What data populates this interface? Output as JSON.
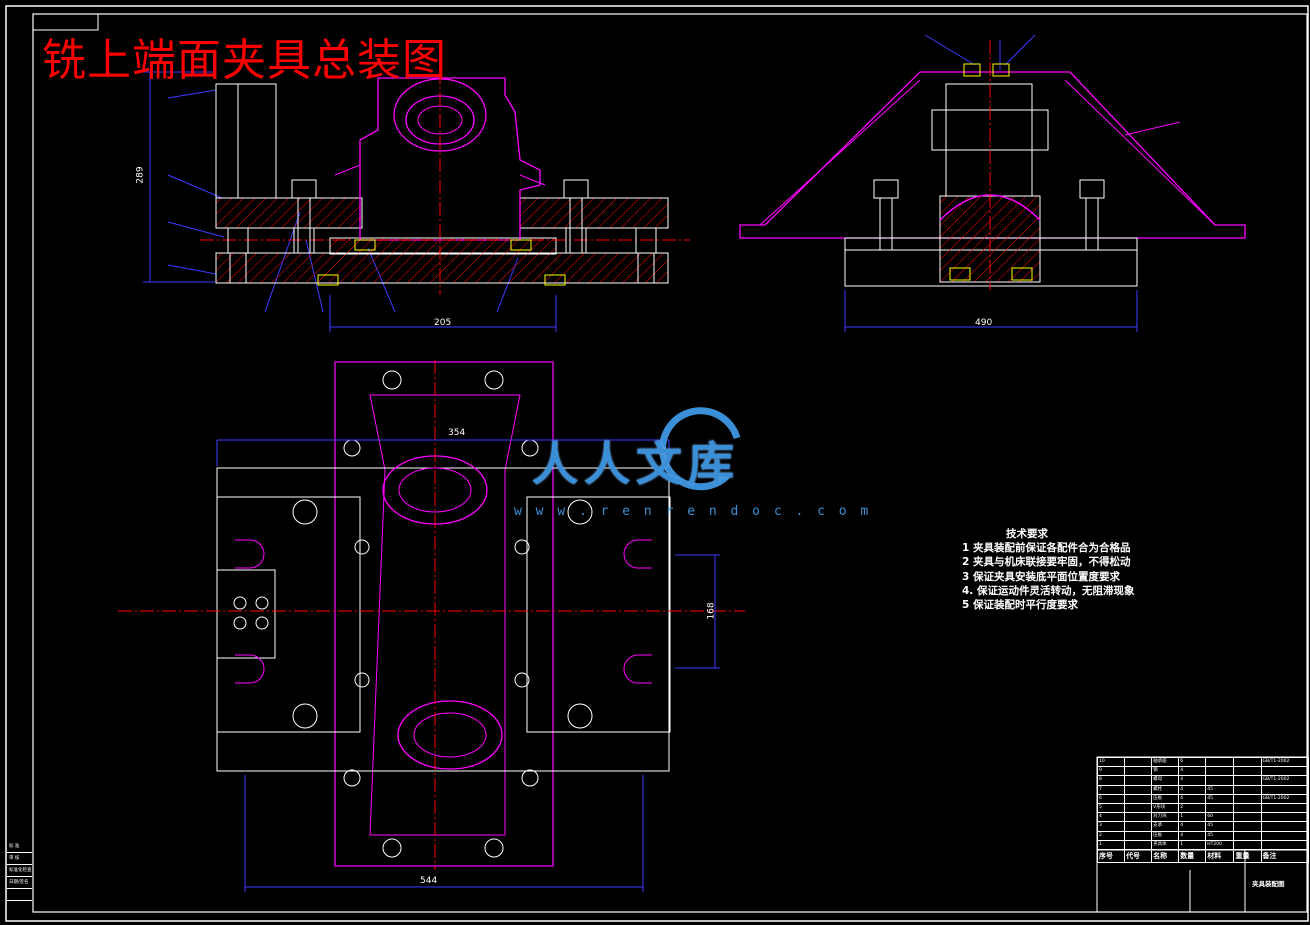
{
  "title": "铣上端面夹具总装图",
  "tech_requirements": {
    "heading": "技术要求",
    "items": [
      "1  夹具装配前保证各配件合为合格品",
      "2  夹具与机床联接要牢固，不得松动",
      "3  保证夹具安装底平面位置度要求",
      "4. 保证运动件灵活转动，无阻滞现象",
      "5  保证装配时平行度要求"
    ]
  },
  "dimensions": {
    "front_height": "289",
    "front_width": "205",
    "side_width": "490",
    "plan_top_width": "354",
    "plan_side_height": "168",
    "plan_bottom_width": "544"
  },
  "watermark": {
    "text": "人人文库",
    "url": "w w w . r e n r e n d o c . c o m"
  },
  "parts_list": {
    "rows": [
      [
        "10",
        "轴承座",
        "6",
        "",
        "GB/T1-2002"
      ],
      [
        "9",
        "销",
        "4",
        "",
        ""
      ],
      [
        "8",
        "螺母",
        "4",
        "",
        "GB/T1-2002"
      ],
      [
        "7",
        "螺栓",
        "4",
        "45",
        ""
      ],
      [
        "6",
        "压板",
        "4",
        "45",
        "GB/T1-2002"
      ],
      [
        "5",
        "V形块",
        "2",
        "",
        ""
      ],
      [
        "4",
        "对刀块",
        "1",
        "60",
        ""
      ],
      [
        "3",
        "支承",
        "4",
        "45",
        ""
      ],
      [
        "2",
        "压板",
        "4",
        "45",
        ""
      ],
      [
        "1",
        "夹具体",
        "1",
        "HT200",
        ""
      ]
    ],
    "header": [
      "序号",
      "代号",
      "名称",
      "数量",
      "材料",
      "重量",
      "备注"
    ],
    "drawing_name": "夹具装配图"
  },
  "side_box": [
    "标 准",
    "审 核",
    "标准化检查",
    "日期/签名",
    ""
  ],
  "colors": {
    "background": "#000000",
    "frame": "#ffffff",
    "part_outline": "#ff00ff",
    "dimension": "#3c3cff",
    "centerline": "#ff0000",
    "hatch": "#ff0000",
    "title": "#ff0000",
    "watermark": "#3b8fd6"
  }
}
